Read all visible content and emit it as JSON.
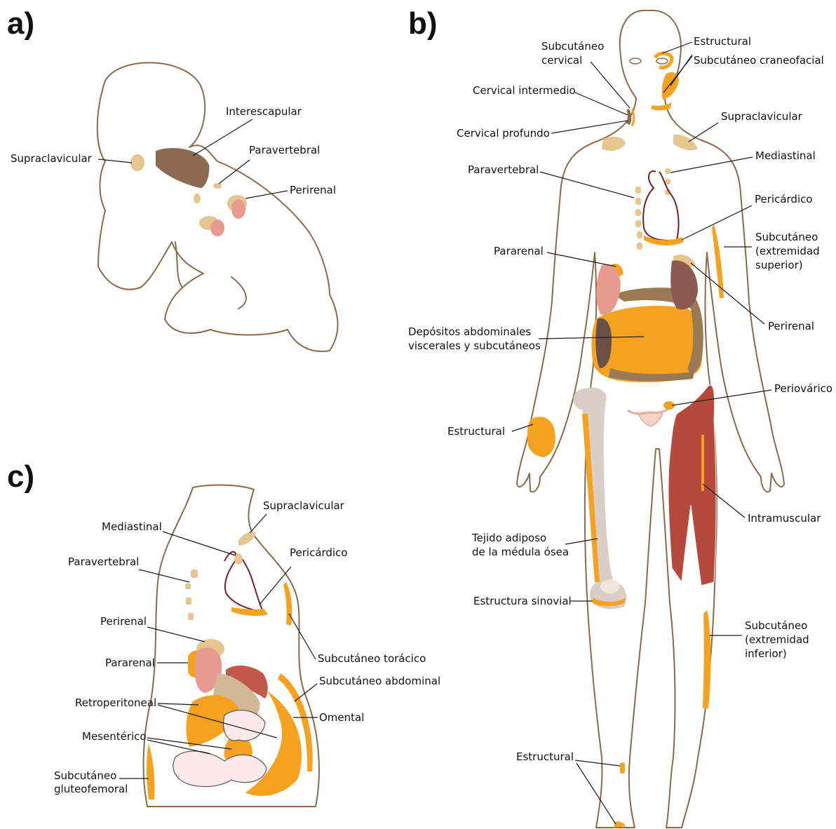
{
  "panels": {
    "a": {
      "letter": "a)",
      "labels": {
        "interescapular": "Interescapular",
        "supraclavicular": "Supraclavicular",
        "paravertebral": "Paravertebral",
        "perirenal": "Perirenal"
      }
    },
    "b": {
      "letter": "b)",
      "labels": {
        "subcutaneo_cervical_1": "Subcutáneo",
        "subcutaneo_cervical_2": "cervical",
        "estructural_head": "Estructural",
        "subcutaneo_craneofacial": "Subcutáneo craneofacial",
        "cervical_intermedio": "Cervical intermedio",
        "cervical_profundo": "Cervical profundo",
        "supraclavicular": "Supraclavicular",
        "mediastinal": "Mediastinal",
        "paravertebral": "Paravertebral",
        "pericardico": "Pericárdico",
        "subcutaneo_sup_1": "Subcutáneo",
        "subcutaneo_sup_2": "(extremidad",
        "subcutaneo_sup_3": "superior)",
        "pararenal": "Pararenal",
        "perirenal": "Perirenal",
        "depositos_1": "Depósitos abdominales",
        "depositos_2": "viscerales y subcutáneos",
        "periovarico": "Periovárico",
        "estructural_hand": "Estructural",
        "intramuscular": "Intramuscular",
        "medula_1": "Tejido adiposo",
        "medula_2": "de la médula ósea",
        "sinovial": "Estructura sinovial",
        "subcutaneo_inf_1": "Subcutáneo",
        "subcutaneo_inf_2": "(extremidad",
        "subcutaneo_inf_3": "inferior)",
        "estructural_foot": "Estructural"
      }
    },
    "c": {
      "letter": "c)",
      "labels": {
        "supraclavicular": "Supraclavicular",
        "mediastinal": "Mediastinal",
        "paravertebral": "Paravertebral",
        "pericardico": "Pericárdico",
        "perirenal": "Perirenal",
        "pararenal": "Pararenal",
        "subcutaneo_toracico": "Subcutáneo torácico",
        "subcutaneo_abdominal": "Subcutáneo abdominal",
        "retroperitoneal": "Retroperitoneal",
        "omental": "Omental",
        "mesenterico": "Mesentérico",
        "gluteo_1": "Subcutáneo",
        "gluteo_2": "gluteofemoral"
      }
    }
  },
  "colors": {
    "outline": "#8b6a4a",
    "white_fat_orange": "#f4a21f",
    "beige_fat": "#e6c690",
    "brown_fat": "#8b6a4f",
    "kidney_pink": "#e79a8e",
    "muscle_red": "#b54a3c",
    "bone_grey": "#d9cfc7",
    "intestine_brown": "#9a7a55"
  }
}
